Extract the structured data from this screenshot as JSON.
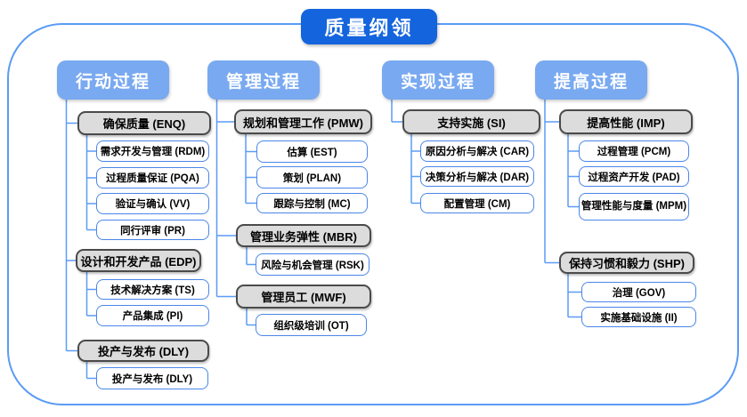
{
  "diagram": {
    "title": "质量纲领",
    "columns": [
      {
        "header": "行动过程",
        "groups": [
          {
            "label": "确保质量 (ENQ)",
            "children": [
              "需求开发与管理 (RDM)",
              "过程质量保证 (PQA)",
              "验证与确认 (VV)",
              "同行评审 (PR)"
            ]
          },
          {
            "label": "设计和开发产品 (EDP)",
            "children": [
              "技术解决方案 (TS)",
              "产品集成 (PI)"
            ]
          },
          {
            "label": "投产与发布 (DLY)",
            "children": [
              "投产与发布 (DLY)"
            ]
          }
        ]
      },
      {
        "header": "管理过程",
        "groups": [
          {
            "label": "规划和管理工作 (PMW)",
            "children": [
              "估算 (EST)",
              "策划 (PLAN)",
              "跟踪与控制 (MC)"
            ]
          },
          {
            "label": "管理业务弹性 (MBR)",
            "children": [
              "风险与机会管理 (RSK)"
            ]
          },
          {
            "label": "管理员工 (MWF)",
            "children": [
              "组织级培训 (OT)"
            ]
          }
        ]
      },
      {
        "header": "实现过程",
        "groups": [
          {
            "label": "支持实施 (SI)",
            "children": [
              "原因分析与解决 (CAR)",
              "决策分析与解决 (DAR)",
              "配置管理 (CM)"
            ]
          }
        ]
      },
      {
        "header": "提高过程",
        "groups": [
          {
            "label": "提高性能 (IMP)",
            "children": [
              "过程管理 (PCM)",
              "过程资产开发 (PAD)",
              "管理性能与度量 (MPM)"
            ]
          },
          {
            "label": "保持习惯和毅力 (SHP)",
            "children": [
              "治理 (GOV)",
              "实施基础设施 (II)"
            ]
          }
        ]
      }
    ],
    "colors": {
      "title_bg": "#1464dd",
      "header_bg": "#79a9f0",
      "group_bg": "#dcdcdc",
      "group_border": "#4a4a4a",
      "node_border": "#4a86e8",
      "connector": "#5b9cf5",
      "frame_border": "#5b9cf5"
    }
  }
}
